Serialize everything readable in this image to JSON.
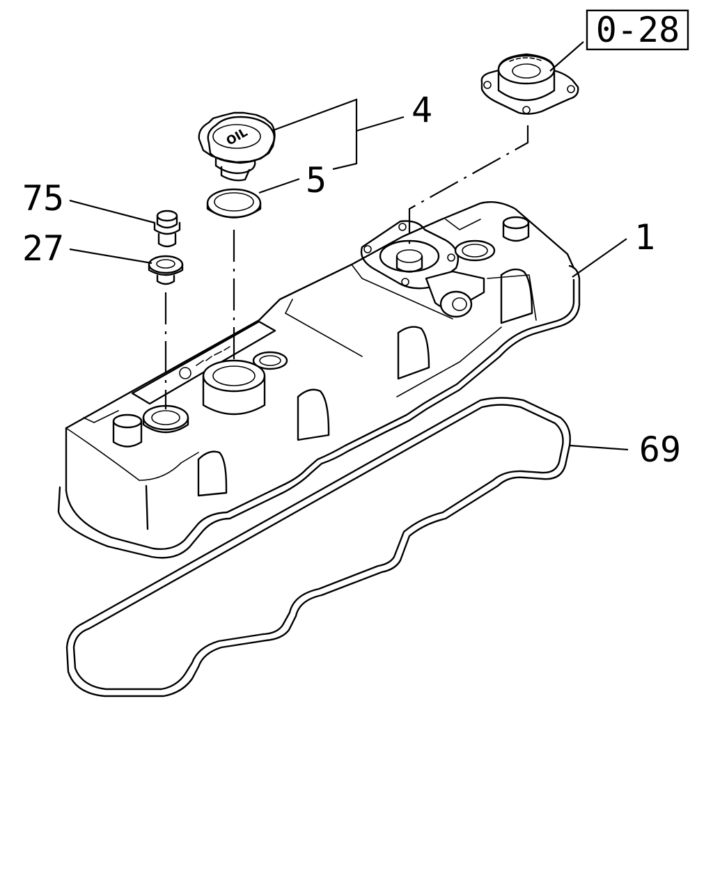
{
  "reference_box": {
    "label": "0-28"
  },
  "callouts": [
    {
      "id": "1",
      "label": "1"
    },
    {
      "id": "4",
      "label": "4"
    },
    {
      "id": "5",
      "label": "5"
    },
    {
      "id": "27",
      "label": "27"
    },
    {
      "id": "69",
      "label": "69"
    },
    {
      "id": "75",
      "label": "75"
    }
  ],
  "oil_cap": {
    "label": "OIL"
  }
}
